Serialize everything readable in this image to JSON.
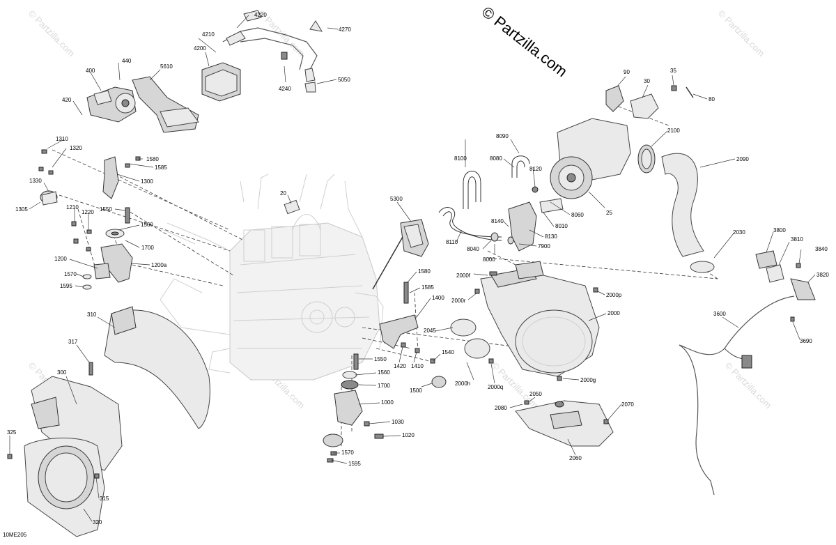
{
  "watermark": {
    "main": "© Partzilla.com",
    "tiles": [
      "© Partzilla.com",
      "© Partzilla.com",
      "© Partzilla.com",
      "© Partzilla.com",
      "© Partzilla.com",
      "© Partzilla.com",
      "© Partzilla.com"
    ]
  },
  "diagram_code": "10ME205",
  "callouts": {
    "c4220": "4220",
    "c4270": "4270",
    "c4210": "4210",
    "c4200": "4200",
    "c4240": "4240",
    "c5050": "5050",
    "c440": "440",
    "c400": "400",
    "c5610": "5610",
    "c420": "420",
    "c1310": "1310",
    "c1320": "1320",
    "c1580a": "1580",
    "c1585a": "1585",
    "c1300": "1300",
    "c1330": "1330",
    "c1305": "1305",
    "c1210": "1210",
    "c1220": "1220",
    "c1550a": "1550",
    "c1560a": "1560",
    "c1700a": "1700",
    "c1200": "1200",
    "c1200a": "1200a",
    "c1570a": "1570",
    "c1595a": "1595",
    "c20": "20",
    "c310": "310",
    "c317": "317",
    "c300": "300",
    "c325": "325",
    "c315": "315",
    "c320": "320",
    "c5300": "5300",
    "c1580b": "1580",
    "c1585b": "1585",
    "c1400": "1400",
    "c1550b": "1550",
    "c1560b": "1560",
    "c1700b": "1700",
    "c1000": "1000",
    "c1030": "1030",
    "c1020": "1020",
    "c1570b": "1570",
    "c1595b": "1595",
    "c1420": "1420",
    "c1410": "1410",
    "c1540": "1540",
    "c1500": "1500",
    "c2045": "2045",
    "c8090": "8090",
    "c8100": "8100",
    "c8080": "8080",
    "c8120": "8120",
    "c8060": "8060",
    "c8010": "8010",
    "c8140": "8140",
    "c8130": "8130",
    "c8110": "8110",
    "c8040": "8040",
    "c8000": "8000",
    "c7900": "7900",
    "c90": "90",
    "c30": "30",
    "c35": "35",
    "c80": "80",
    "c2100": "2100",
    "c2090": "2090",
    "c25": "25",
    "c2030": "2030",
    "c2000f": "2000f",
    "c2000r": "2000r",
    "c2000p": "2000p",
    "c2000": "2000",
    "c2000h": "2000h",
    "c2000q": "2000q",
    "c2000g": "2000g",
    "c2050": "2050",
    "c2080": "2080",
    "c2070": "2070",
    "c2060": "2060",
    "c3800": "3800",
    "c3810": "3810",
    "c3840": "3840",
    "c3820": "3820",
    "c3600": "3600",
    "c3690": "3690"
  }
}
